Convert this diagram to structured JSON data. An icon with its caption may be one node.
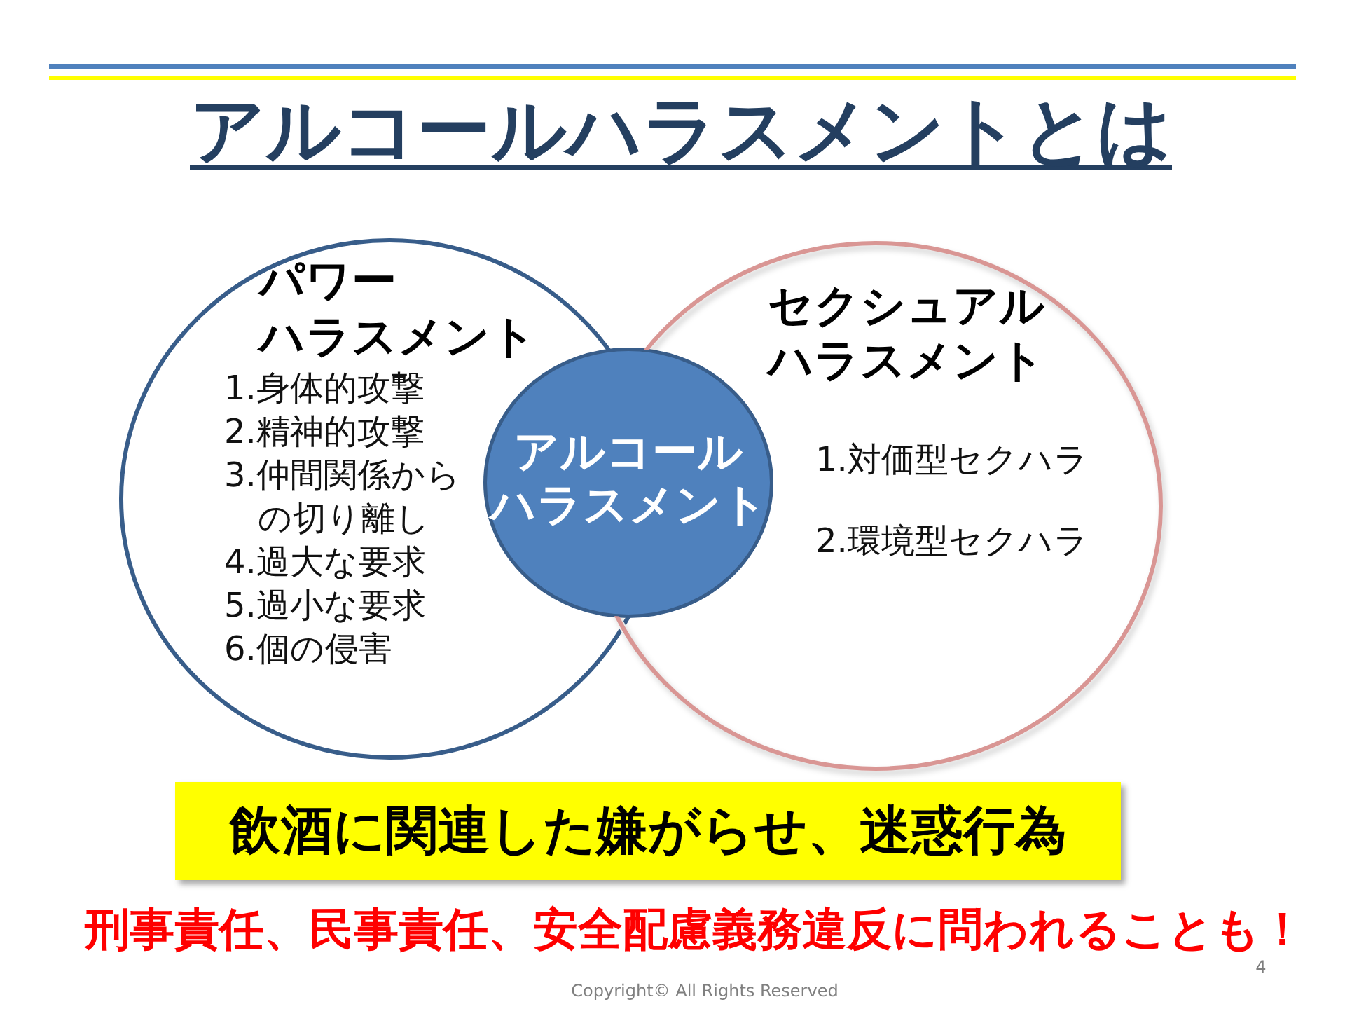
{
  "diagram": {
    "title": "アルコールハラスメントとは",
    "nodes": [
      {
        "text": [
          "パワーハラスメント",
          "1.身体的攻撃",
          "2.精神的攻撃",
          "3.仲間関係からの切り離し",
          "4.過大な要求",
          "5.過小な要求",
          "6.個の侵害"
        ]
      },
      {
        "text": [
          "セクシュアルハラスメント",
          "1.対価型セクハラ",
          "2.環境型セクハラ"
        ]
      },
      {
        "text": [
          "アルコールハラスメント"
        ]
      },
      {
        "text": [
          "飲酒に関連した嫌がらせ、迷惑行為"
        ]
      }
    ],
    "labels": [
      "刑事責任、民事責任、安全配慮義務違反に問われることも！",
      "4",
      "Copyright© All Rights Reserved"
    ]
  }
}
